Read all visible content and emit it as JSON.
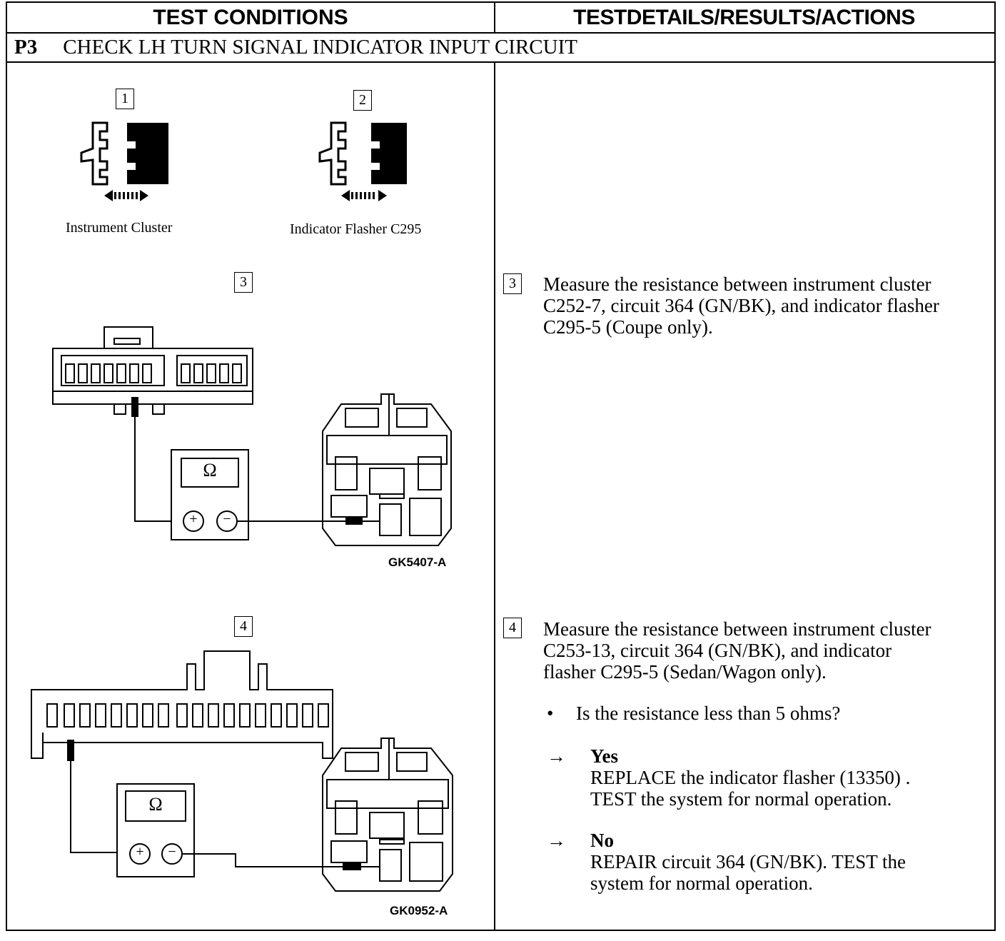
{
  "header": {
    "left_title": "TEST CONDITIONS",
    "right_title": "TESTDETAILS/RESULTS/ACTIONS"
  },
  "step": {
    "code": "P3",
    "title": "CHECK LH TURN SIGNAL INDICATOR INPUT CIRCUIT"
  },
  "figures": {
    "fig1": {
      "number": "1",
      "caption": "Instrument Cluster"
    },
    "fig2": {
      "number": "2",
      "caption": "Indicator Flasher C295"
    },
    "fig3": {
      "number": "3",
      "meter_symbol": "Ω",
      "plus": "+",
      "minus": "−",
      "code": "GK5407-A"
    },
    "fig4": {
      "number": "4",
      "meter_symbol": "Ω",
      "plus": "+",
      "minus": "−",
      "code": "GK0952-A"
    }
  },
  "details": {
    "step3": {
      "number": "3",
      "line1": "Measure the resistance between instrument cluster",
      "line2": "C252-7, circuit 364 (GN/BK), and indicator flasher",
      "line3": "C295-5 (Coupe only)."
    },
    "step4": {
      "number": "4",
      "line1": "Measure the resistance between instrument cluster",
      "line2": "C253-13, circuit 364 (GN/BK), and indicator",
      "line3": "flasher C295-5 (Sedan/Wagon only).",
      "bullet_mark": "•",
      "question": "Is the resistance less than 5 ohms?",
      "arrow": "→",
      "yes_label": "Yes",
      "yes_line1": "REPLACE the indicator flasher (13350) .",
      "yes_line2": "TEST the system for normal operation.",
      "no_label": "No",
      "no_line1": "REPAIR circuit 364 (GN/BK). TEST the",
      "no_line2": "system for normal operation."
    }
  }
}
